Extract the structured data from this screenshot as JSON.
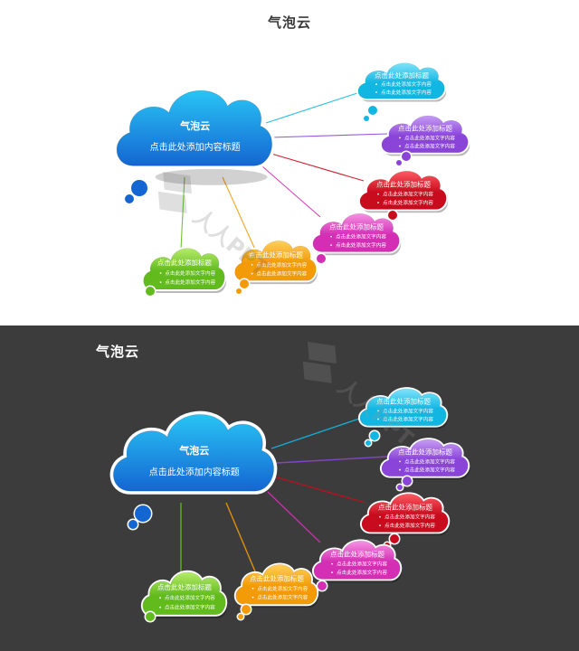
{
  "panels": [
    {
      "theme": "light",
      "title": "气泡云",
      "background": "#ffffff",
      "connector_style": "flat"
    },
    {
      "theme": "dark",
      "title": "气泡云",
      "background": "#3c3c3c",
      "connector_style": "glow"
    }
  ],
  "main_cloud": {
    "title": "气泡云",
    "subtitle": "点击此处添加内容标题",
    "color_top": "#29c4f5",
    "color_bottom": "#1466d2"
  },
  "bubbles": [
    {
      "id": "cyan",
      "color": "#12b6e2",
      "light": "#7fe3fb",
      "title": "点击此处添加标题",
      "items": [
        "点击此处添加文字内容",
        "点击此处添加文字内容"
      ]
    },
    {
      "id": "purple",
      "color": "#8a45d8",
      "light": "#c79cf5",
      "title": "点击此处添加标题",
      "items": [
        "点击此处添加文字内容",
        "点击此处添加文字内容"
      ]
    },
    {
      "id": "red",
      "color": "#c80c1e",
      "light": "#ff5a62",
      "title": "点击此处添加标题",
      "items": [
        "点击此处添加文字内容",
        "点击此处添加文字内容"
      ]
    },
    {
      "id": "magenta",
      "color": "#d42fb4",
      "light": "#f692e2",
      "title": "点击此处添加标题",
      "items": [
        "点击此处添加文字内容",
        "点击此处添加文字内容"
      ]
    },
    {
      "id": "orange",
      "color": "#f39a07",
      "light": "#ffd05a",
      "title": "点击此处添加标题",
      "items": [
        "点击此处添加文字内容",
        "点击此处添加文字内容"
      ]
    },
    {
      "id": "green",
      "color": "#62bb1d",
      "light": "#b6ec6a",
      "title": "点击此处添加标题",
      "items": [
        "点击此处添加文字内容",
        "点击此处添加文字内容"
      ]
    }
  ],
  "watermark": "人人PPT"
}
